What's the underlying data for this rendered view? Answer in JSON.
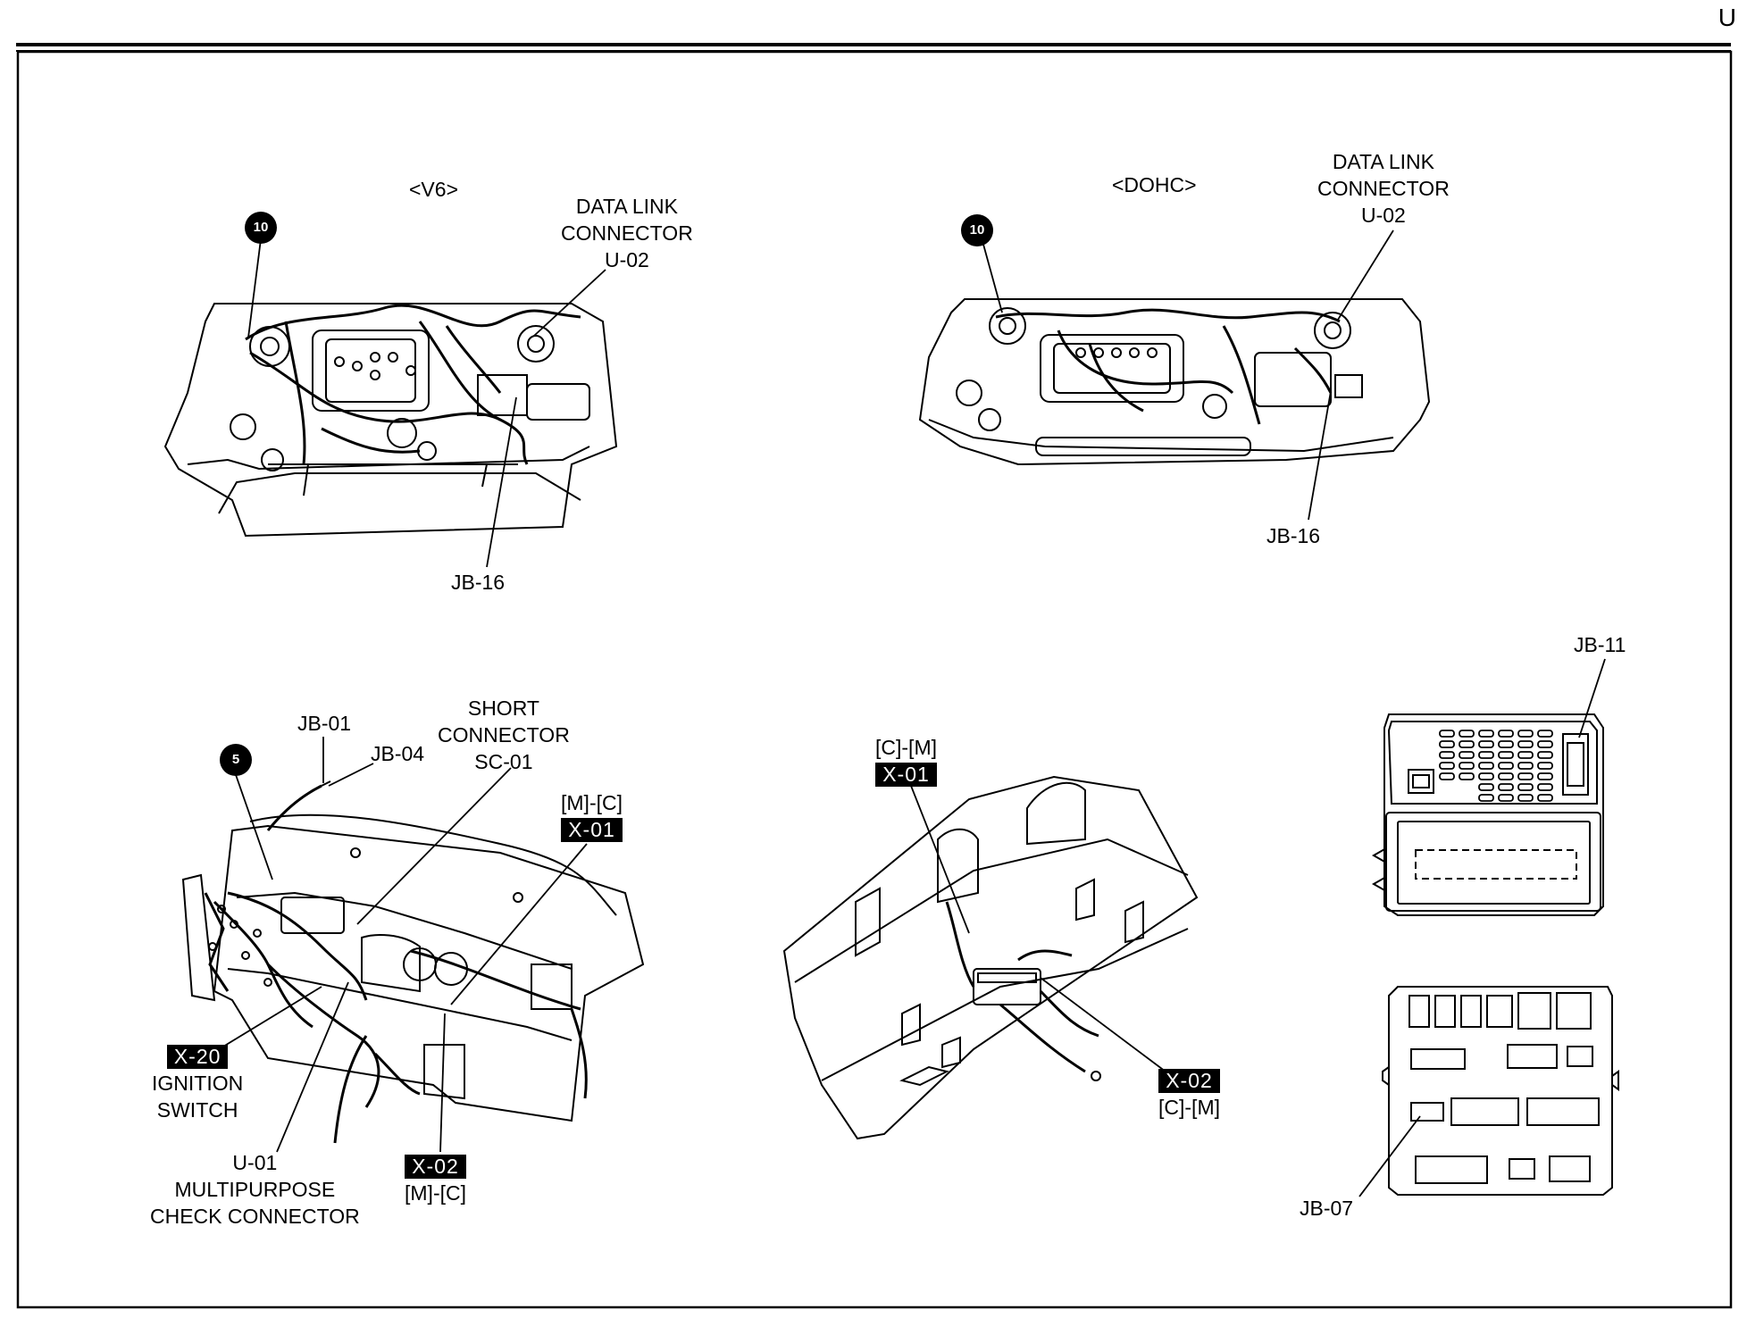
{
  "page": {
    "section_letter": "U"
  },
  "panels": {
    "v6": {
      "title": "<V6>",
      "circle_ref": "10",
      "callouts": {
        "data_link": [
          "DATA LINK",
          "CONNECTOR",
          "U-02"
        ],
        "jb16": "JB-16"
      }
    },
    "dohc": {
      "title": "<DOHC>",
      "circle_ref": "10",
      "callouts": {
        "data_link": [
          "DATA LINK",
          "CONNECTOR",
          "U-02"
        ],
        "jb16": "JB-16"
      }
    },
    "dash": {
      "circle_ref": "5",
      "callouts": {
        "jb01": "JB-01",
        "jb04": "JB-04",
        "short_connector": [
          "SHORT",
          "CONNECTOR",
          "SC-01"
        ],
        "x01_sub": "[M]-[C]",
        "x01_tag": "X-01",
        "x20_tag": "X-20",
        "ignition": [
          "IGNITION",
          "SWITCH"
        ],
        "multipurpose": [
          "U-01",
          "MULTIPURPOSE",
          "CHECK CONNECTOR"
        ],
        "x02_tag": "X-02",
        "x02_sub": "[M]-[C]"
      }
    },
    "floor": {
      "callouts": {
        "x01_sub": "[C]-[M]",
        "x01_tag": "X-01",
        "x02_tag": "X-02",
        "x02_sub": "[C]-[M]"
      }
    },
    "junction": {
      "jb11": "JB-11",
      "jb07": "JB-07"
    }
  }
}
